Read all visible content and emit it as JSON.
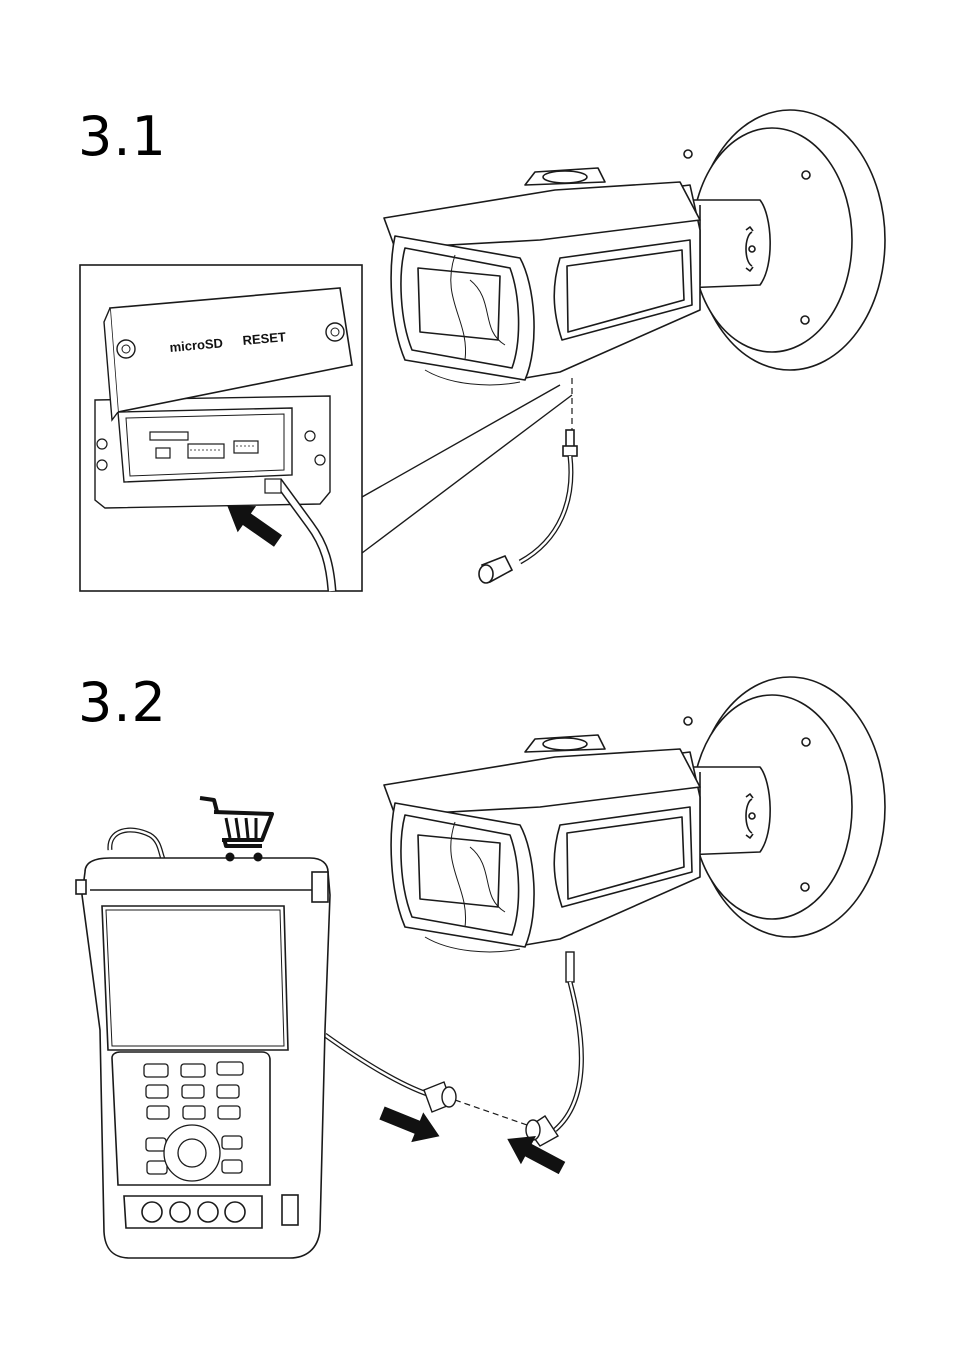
{
  "steps": [
    {
      "number": "3.1",
      "inset_labels": {
        "microsd": "microSD",
        "reset": "RESET"
      }
    },
    {
      "number": "3.2"
    }
  ],
  "colors": {
    "line": "#1a1a1a",
    "fill": "#ffffff",
    "arrow": "#111111"
  },
  "icons": [
    "camera-bullet-icon",
    "wall-mount-icon",
    "cable-connector-icon",
    "push-arrow-icon",
    "tester-device-icon",
    "shopping-cart-icon"
  ]
}
